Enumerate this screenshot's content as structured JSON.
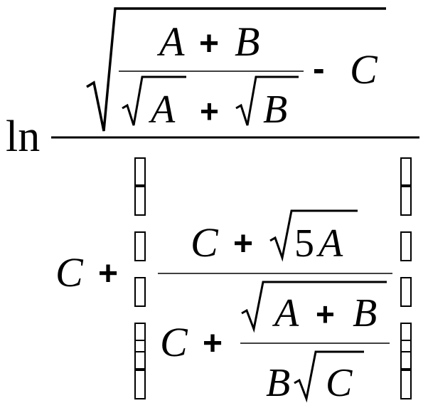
{
  "formula": {
    "function": "ln",
    "numerator": {
      "inner_fraction": {
        "top": [
          "A",
          "+",
          "B"
        ],
        "bottom": [
          "A",
          "+",
          "B"
        ]
      },
      "minus": "-",
      "trailing": "C"
    },
    "denominator": {
      "lead": "C",
      "plus": "+",
      "big_fraction": {
        "top": {
          "c": "C",
          "plus": "+",
          "five": "5",
          "a": "A"
        },
        "bottom": {
          "c": "C",
          "plus": "+",
          "sub_top": [
            "A",
            "+",
            "B"
          ],
          "sub_bottom": [
            "B",
            "C"
          ]
        }
      }
    }
  }
}
